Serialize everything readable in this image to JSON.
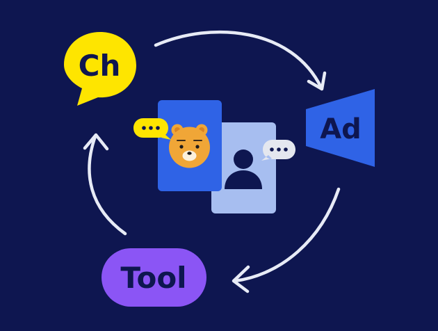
{
  "colors": {
    "background": "#0e1650",
    "arrow": "#e7ebf6",
    "channel_bubble": "#fee500",
    "ad_shape": "#2f63e6",
    "tool_pill": "#8b55f5",
    "profile_card_front": "#2f63e6",
    "profile_card_back": "#a7bef0",
    "chat_bubble_left": "#fee500",
    "chat_bubble_right": "#e4e7ef",
    "label_dark": "#0e1650",
    "character_face": "#f0a637"
  },
  "labels": {
    "channel": "Ch",
    "ad": "Ad",
    "tool": "Tool"
  },
  "icons": {
    "cycle": "circular-arrows",
    "channel": "speech-bubble",
    "ad": "megaphone-trapezoid",
    "tool": "pill",
    "character": "bear-avatar",
    "user": "person-silhouette",
    "typing": "ellipsis"
  }
}
